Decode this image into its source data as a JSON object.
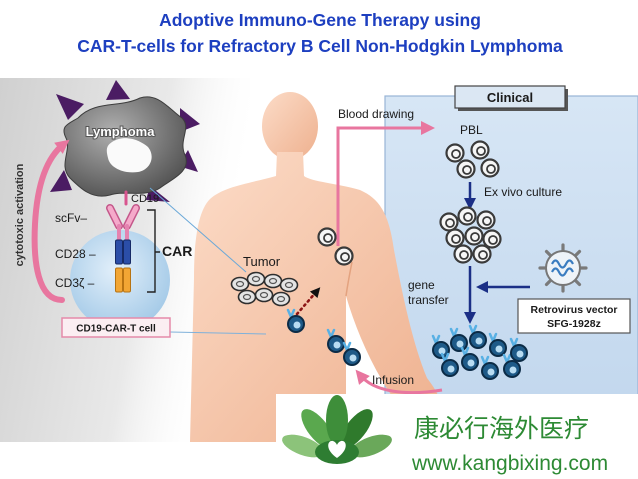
{
  "title": {
    "line1": "Adoptive Immuno-Gene Therapy using",
    "line2": "CAR-T-cells for Refractory B Cell Non-Hodgkin Lymphoma"
  },
  "lymphoma": {
    "label": "Lymphoma",
    "antigen_label": "CD19"
  },
  "cytotoxic_label": "cytotoxic activation",
  "car": {
    "scfv_label": "scFv–",
    "cd28_label": "CD28 –",
    "cd3z_label": "CD3ζ –",
    "bracket_label": "CAR",
    "cell_label": "CD19-CAR-T cell"
  },
  "body": {
    "tumor_label": "Tumor",
    "blood_drawing_label": "Blood drawing",
    "infusion_label": "Infusion"
  },
  "clinical": {
    "header": "Clinical",
    "pbl_label": "PBL",
    "culture_label": "Ex vivo culture",
    "gene_transfer": [
      "gene",
      "transfer"
    ],
    "vector_box": [
      "Retrovirus vector",
      "SFG-1928z"
    ]
  },
  "watermark": {
    "brand": "康必行海外医疗",
    "url": "www.kangbixing.com"
  },
  "colors": {
    "title": "#1d3fc0",
    "arrow_pink": "#e8769f",
    "arrow_navy": "#1b2f86",
    "clinical_panel": "#cfe0f2",
    "car_t_cell": "#1e5a88",
    "lymphoma_spikes": "#4b1c63",
    "brand_green": "#2d8a34"
  }
}
